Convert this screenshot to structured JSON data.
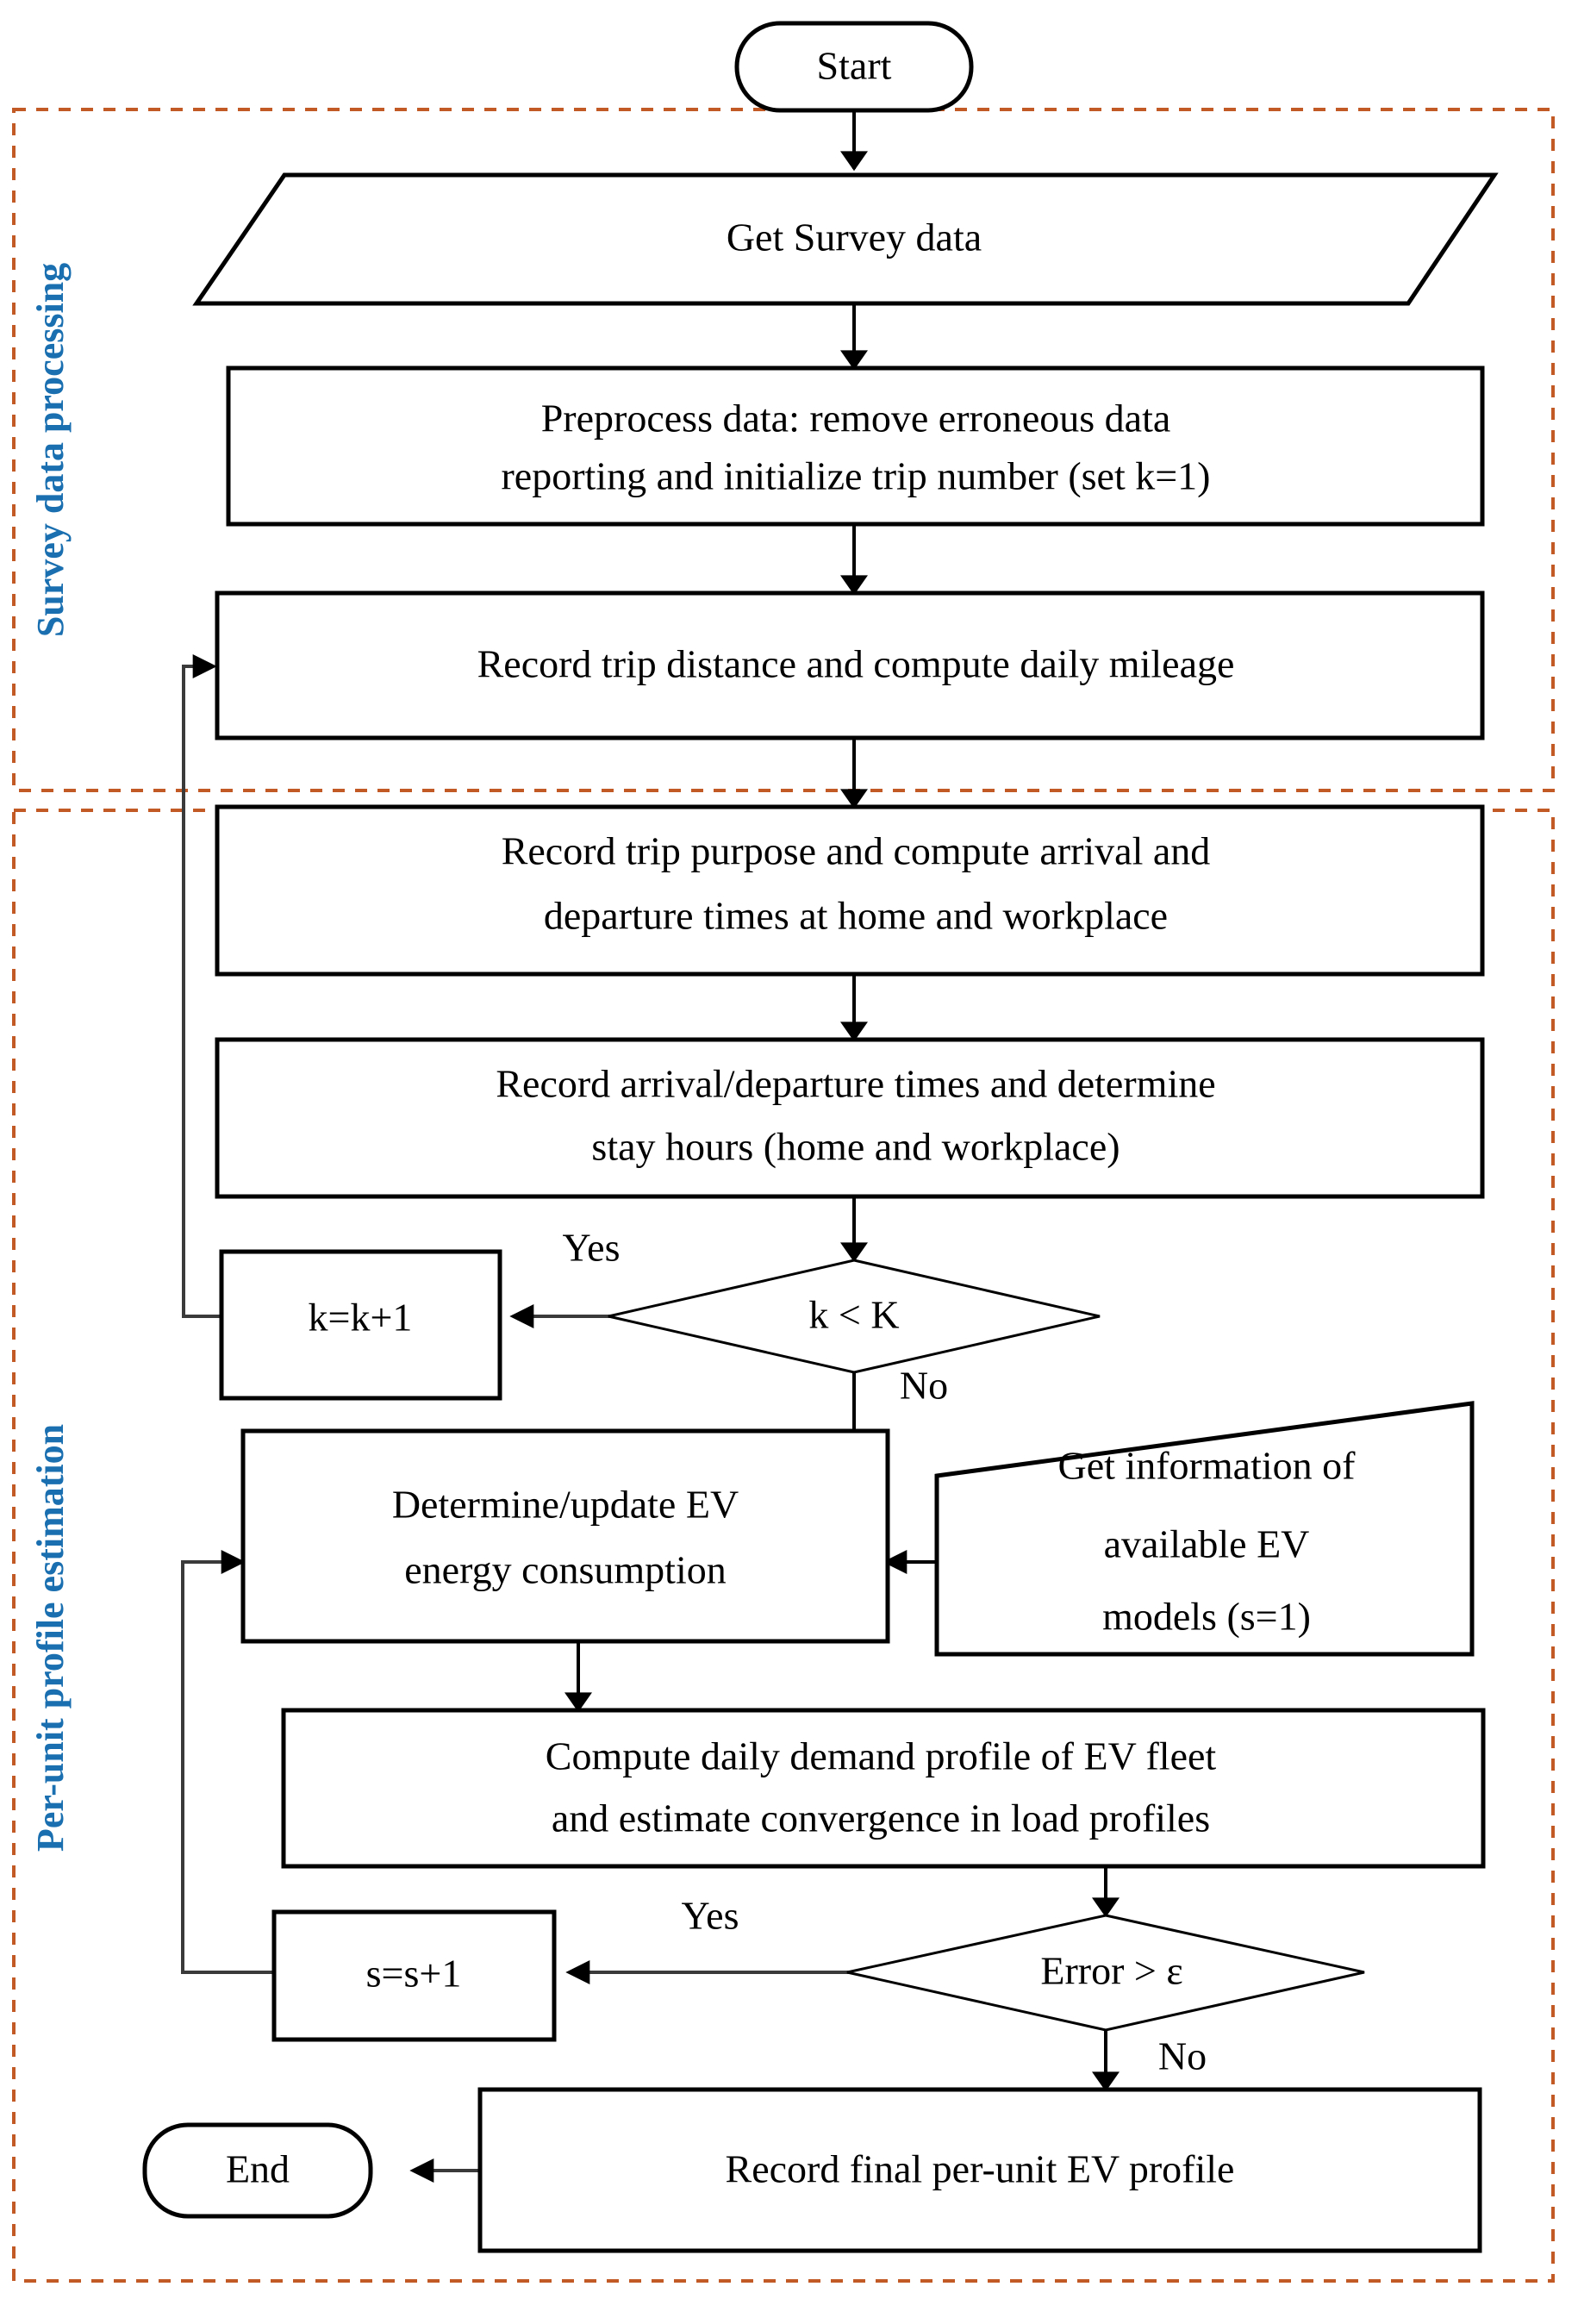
{
  "diagram": {
    "title": "EV per-unit load profile estimation flowchart",
    "colors": {
      "group_border": "#C25A26",
      "group_label": "#1A6FB0",
      "shape_stroke": "#000000",
      "connector": "#3A3A3A",
      "background": "#FFFFFF"
    }
  },
  "groups": [
    {
      "id": "survey",
      "label": "Survey data processing"
    },
    {
      "id": "perunit",
      "label": "Per-unit profile estimation"
    }
  ],
  "nodes": {
    "start": {
      "label": "Start",
      "shape": "terminator"
    },
    "get_survey": {
      "label": "Get  Survey data",
      "shape": "parallelogram"
    },
    "preprocess": {
      "line1": "Preprocess data: remove erroneous data",
      "line2": "reporting and initialize trip number (set k=1)",
      "shape": "process"
    },
    "record_distance": {
      "line1": "Record trip distance and compute daily mileage",
      "shape": "process"
    },
    "record_purpose": {
      "line1": "Record trip purpose and compute arrival and",
      "line2": "departure times at home and workplace",
      "shape": "process"
    },
    "record_arrival": {
      "line1": "Record arrival/departure times and determine",
      "line2": "stay hours (home and workplace)",
      "shape": "process"
    },
    "k_increment": {
      "label": "k=k+1",
      "shape": "process"
    },
    "decision_k": {
      "label": "k < K",
      "shape": "decision"
    },
    "determine_energy": {
      "line1": "Determine/update EV",
      "line2": "energy consumption",
      "shape": "process"
    },
    "get_models": {
      "line1": "Get information of",
      "line2": "available EV",
      "line3": "models (s=1)",
      "shape": "trapezoid"
    },
    "compute_demand": {
      "line1": "Compute daily demand profile of EV  fleet",
      "line2": "and estimate convergence in load profiles",
      "shape": "process"
    },
    "s_increment": {
      "label": "s=s+1",
      "shape": "process"
    },
    "decision_error": {
      "label": "Error > ε",
      "shape": "decision"
    },
    "record_final": {
      "label": "Record final per-unit EV profile",
      "shape": "process"
    },
    "end": {
      "label": "End",
      "shape": "terminator"
    }
  },
  "edge_labels": {
    "k_yes": "Yes",
    "k_no": "No",
    "error_yes": "Yes",
    "error_no": "No"
  }
}
